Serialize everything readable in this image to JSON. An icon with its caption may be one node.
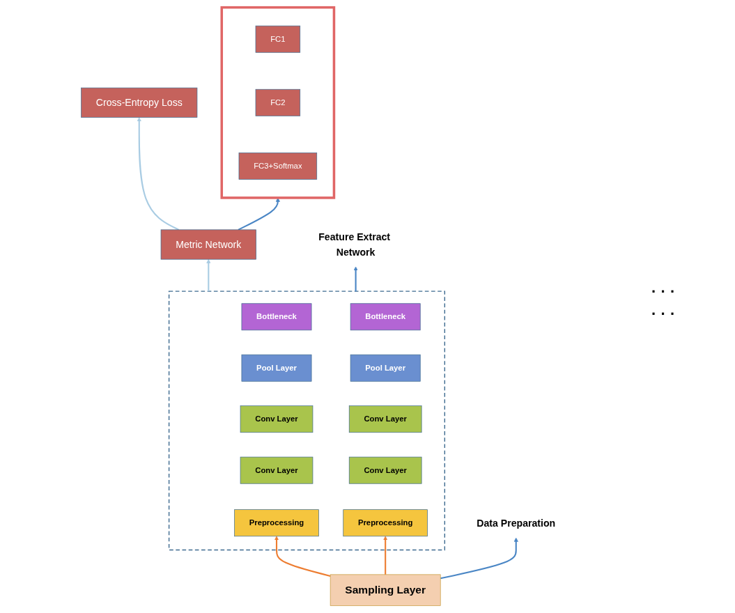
{
  "diagram": {
    "nodes": [
      {
        "text": [
          "Cross-Entropy Loss"
        ]
      },
      {
        "text": [
          "Metric Network"
        ]
      },
      {
        "text": [],
        "shape": "box"
      },
      {
        "text": [
          "FC1"
        ],
        "in": 2
      },
      {
        "text": [
          "FC2"
        ],
        "in": 2
      },
      {
        "text": [
          "FC3+Softmax"
        ],
        "in": 2
      },
      {
        "text": [],
        "shape": "box"
      },
      {
        "text": [
          "Bottleneck"
        ],
        "in": 6
      },
      {
        "text": [
          "Bottleneck"
        ],
        "in": 6
      },
      {
        "text": [
          "Pool Layer"
        ],
        "in": 6
      },
      {
        "text": [
          "Pool Layer"
        ],
        "in": 6
      },
      {
        "text": [
          "Conv Layer"
        ],
        "in": 6
      },
      {
        "text": [
          "Conv Layer"
        ],
        "in": 6
      },
      {
        "text": [
          "Conv Layer"
        ],
        "in": 6
      },
      {
        "text": [
          "Conv Layer"
        ],
        "in": 6
      },
      {
        "text": [
          "Preprocessing"
        ],
        "in": 6
      },
      {
        "text": [
          "Preprocessing"
        ],
        "in": 6
      },
      {
        "text": [
          "Feature Extract Network"
        ]
      },
      {
        "text": [
          "Sampling Layer"
        ]
      },
      {
        "text": [
          "Data Preparation"
        ]
      }
    ],
    "edges": [
      {
        "from": 1,
        "to": 0,
        "arrow": "to",
        "color": "#a9cce3"
      },
      {
        "from": 1,
        "to": 2,
        "arrow": "to"
      },
      {
        "from": 6,
        "to": 1,
        "arrow": "to",
        "color": "#a9cce3"
      },
      {
        "from": 6,
        "to": 17,
        "arrow": "to"
      },
      {
        "from": 18,
        "to": 15,
        "arrow": "to",
        "color": "#ed7d31"
      },
      {
        "from": 18,
        "to": 16,
        "arrow": "to",
        "color": "#ed7d31"
      },
      {
        "from": 18,
        "to": 19,
        "arrow": "to"
      }
    ],
    "labels": [
      "· · ·",
      "· · ·"
    ]
  }
}
